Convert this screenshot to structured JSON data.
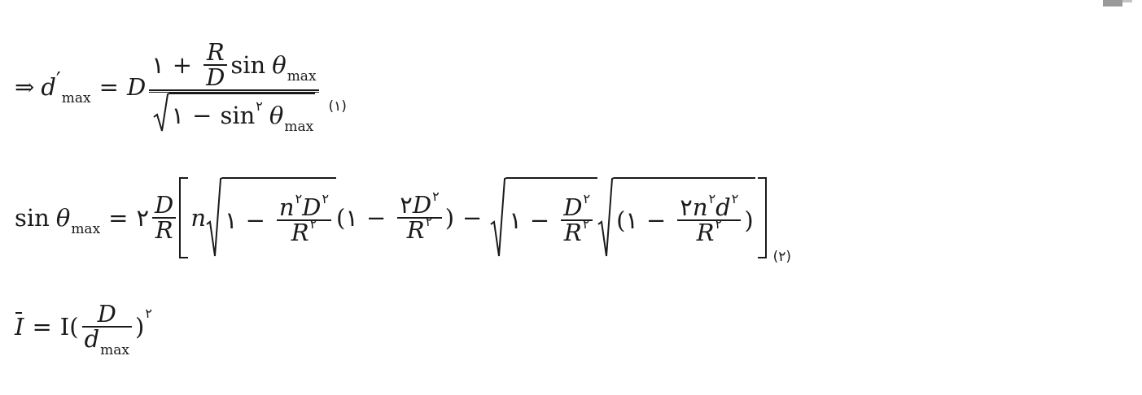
{
  "eq1": {
    "arrow": "⇒",
    "d": "d",
    "prime": "′",
    "sub_max": "max",
    "equals": "=",
    "D": "D",
    "num_one": "۱",
    "plus": "+",
    "R": "R",
    "sin": "sin",
    "theta": "θ",
    "minus": "−",
    "sup_two": "۲",
    "label": "(۱)"
  },
  "eq2": {
    "sin": "sin",
    "theta": "θ",
    "sub_max": "max",
    "equals": "=",
    "two": "۲",
    "D": "D",
    "R": "R",
    "n": "n",
    "one": "۱",
    "minus": "−",
    "sup_two": "۲",
    "d": "d",
    "lparen": "(",
    "rparen": ")",
    "label": "(۲)"
  },
  "eq3": {
    "I": "I",
    "equals": "=",
    "I_upright": "I",
    "lparen": "(",
    "rparen": ")",
    "D": "D",
    "d": "d",
    "sub_max": "max",
    "sup_two": "۲"
  },
  "decor": {
    "corner_icon": "corner-mark-icon",
    "ink": "#1a1a1a"
  }
}
